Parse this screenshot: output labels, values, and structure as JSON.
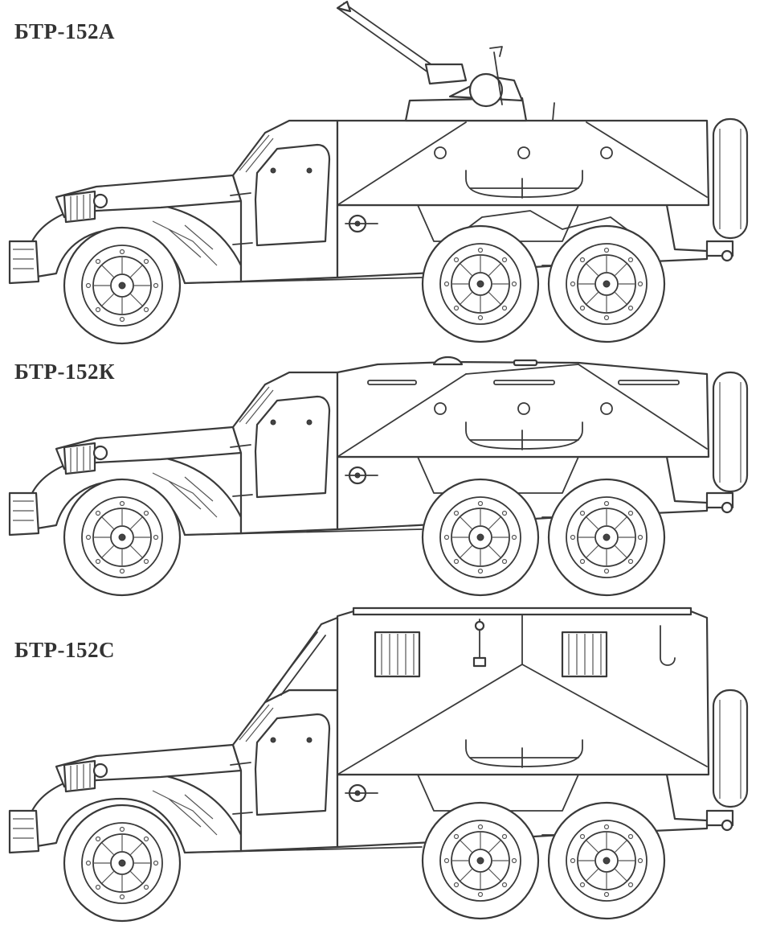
{
  "labels": {
    "a": "БТР-152А",
    "k": "БТР-152К",
    "s": "БТР-152С"
  },
  "colors": {
    "line": "#3a3a3a",
    "paper": "#ffffff",
    "text": "#333333"
  }
}
